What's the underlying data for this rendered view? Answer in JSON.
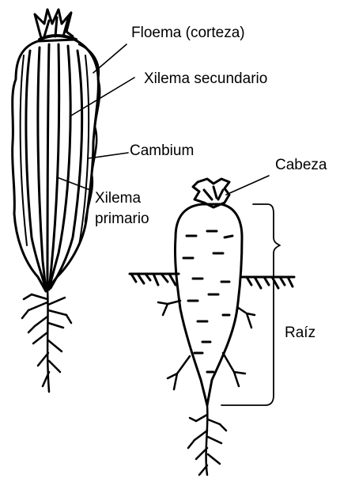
{
  "labels": {
    "floema": "Floema (corteza)",
    "xilema_secundario": "Xilema secundario",
    "cambium": "Cambium",
    "xilema_primario_1": "Xilema",
    "xilema_primario_2": "primario",
    "cabeza": "Cabeza",
    "raiz": "Raíz"
  },
  "colors": {
    "ink": "#000000",
    "background": "#ffffff"
  }
}
